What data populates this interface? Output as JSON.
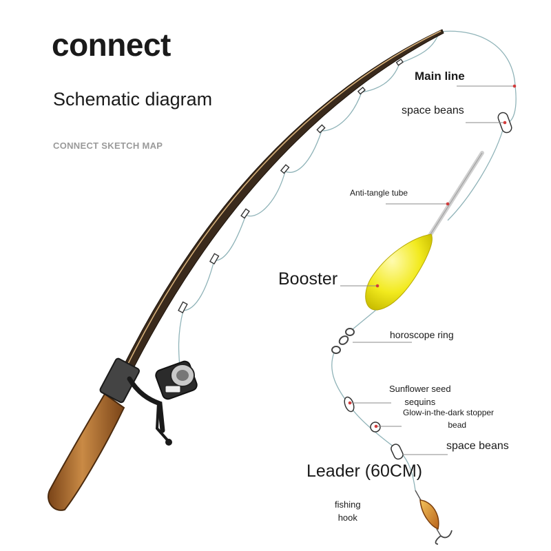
{
  "header": {
    "title": "connect",
    "subtitle": "Schematic diagram",
    "caption": "CONNECT SKETCH MAP"
  },
  "labels": {
    "main_line": "Main line",
    "space_beans_top": "space beans",
    "anti_tangle_tube": "Anti-tangle tube",
    "booster": "Booster",
    "horoscope_ring": "horoscope ring",
    "sunflower_line1": "Sunflower seed",
    "sunflower_line2": "sequins",
    "glow_line1": "Glow-in-the-dark stopper",
    "glow_line2": "bead",
    "space_beans_bottom": "space beans",
    "leader": "Leader (60CM)",
    "hook_line1": "fishing",
    "hook_line2": "hook"
  },
  "colors": {
    "line": "#8fb3b8",
    "marker": "#d23b3b",
    "booster": "#f2ea1e",
    "handle": "#b0692b",
    "rod": "#3a2a1c",
    "leader_line": "#555555"
  },
  "icons": [
    "rod-icon",
    "reel-icon",
    "booster-float-icon",
    "swivel-icon",
    "lure-hook-icon"
  ]
}
